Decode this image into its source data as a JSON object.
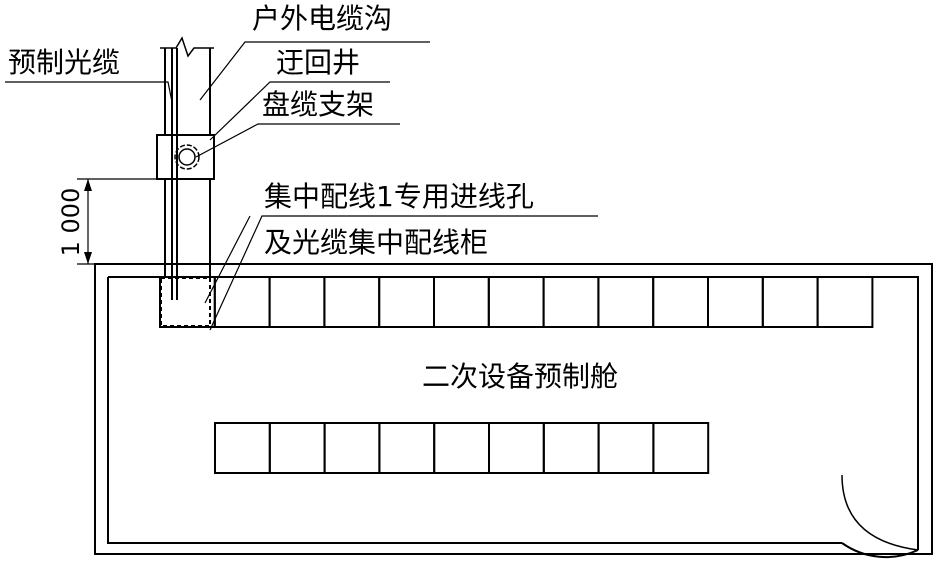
{
  "labels": {
    "outdoor_trench": "户外电缆沟",
    "prefab_cable": "预制光缆",
    "detour_well": "迂回井",
    "coil_bracket": "盘缆支架",
    "entry_hole_line1": "集中配线1专用进线孔",
    "entry_hole_line2": "及光缆集中配线柜",
    "cabin_name": "二次设备预制舱"
  },
  "dimension": {
    "value": "1 000"
  },
  "cabinets": {
    "top_row_count": 13,
    "bottom_row_count": 9
  },
  "colors": {
    "line": "#000000",
    "background": "#ffffff"
  }
}
